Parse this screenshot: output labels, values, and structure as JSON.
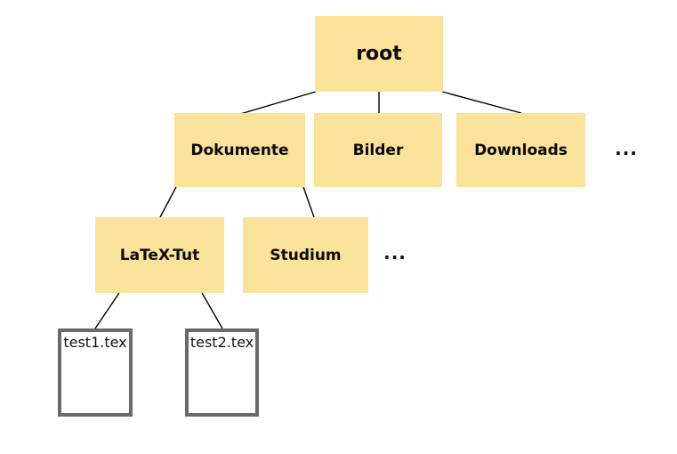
{
  "diagram": {
    "title": "file-system-tree",
    "colors": {
      "background": "#ffffff",
      "folder_fill": "#fbe29b",
      "file_border": "#6a6a6a",
      "edge": "#000000",
      "text": "#0a0a0a"
    },
    "nodes": {
      "root": {
        "label": "root",
        "type": "folder",
        "level": 0
      },
      "dokumente": {
        "label": "Dokumente",
        "type": "folder",
        "level": 1
      },
      "bilder": {
        "label": "Bilder",
        "type": "folder",
        "level": 1
      },
      "downloads": {
        "label": "Downloads",
        "type": "folder",
        "level": 1
      },
      "ellipsis_level1": {
        "label": "...",
        "type": "ellipsis",
        "level": 1
      },
      "latex_tut": {
        "label": "LaTeX-Tut",
        "type": "folder",
        "level": 2
      },
      "studium": {
        "label": "Studium",
        "type": "folder",
        "level": 2
      },
      "ellipsis_level2": {
        "label": "...",
        "type": "ellipsis",
        "level": 2
      },
      "test1": {
        "label": "test1.tex",
        "type": "file",
        "level": 3
      },
      "test2": {
        "label": "test2.tex",
        "type": "file",
        "level": 3
      }
    },
    "edges": [
      {
        "from": "root",
        "to": "dokumente"
      },
      {
        "from": "root",
        "to": "bilder"
      },
      {
        "from": "root",
        "to": "downloads"
      },
      {
        "from": "dokumente",
        "to": "latex_tut"
      },
      {
        "from": "dokumente",
        "to": "studium"
      },
      {
        "from": "latex_tut",
        "to": "test1"
      },
      {
        "from": "latex_tut",
        "to": "test2"
      }
    ]
  }
}
